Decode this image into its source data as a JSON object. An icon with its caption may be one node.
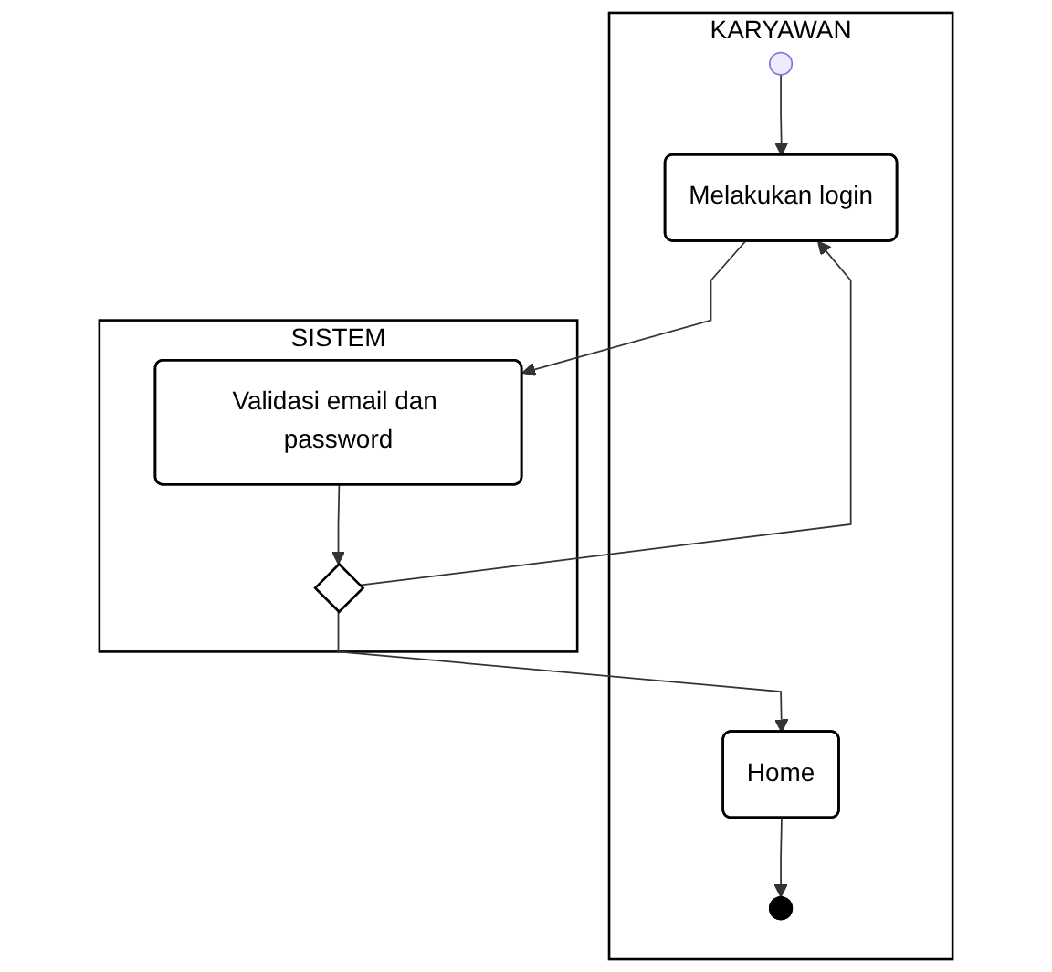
{
  "diagram": {
    "nodes": [
      {
        "text": [
          "KARYAWAN"
        ]
      },
      {
        "text": [
          "SISTEM"
        ]
      },
      {
        "text": [],
        "shape": "circle",
        "in": 0
      },
      {
        "text": [
          "Melakukan login"
        ],
        "in": 0
      },
      {
        "text": [
          "Validasi email dan password"
        ],
        "in": 1
      },
      {
        "text": [],
        "shape": "diamond",
        "in": 1
      },
      {
        "text": [
          "Home"
        ],
        "in": 0
      },
      {
        "text": [],
        "shape": "circle",
        "in": 0
      }
    ],
    "edges": [
      {
        "from": 2,
        "to": 3,
        "arrow": "to"
      },
      {
        "from": 3,
        "to": 4,
        "arrow": "to"
      },
      {
        "from": 4,
        "to": 5,
        "arrow": "to"
      },
      {
        "from": 5,
        "to": 3,
        "arrow": "to"
      },
      {
        "from": 5,
        "to": 6,
        "arrow": "to"
      },
      {
        "from": 6,
        "to": 7,
        "arrow": "to"
      }
    ]
  }
}
